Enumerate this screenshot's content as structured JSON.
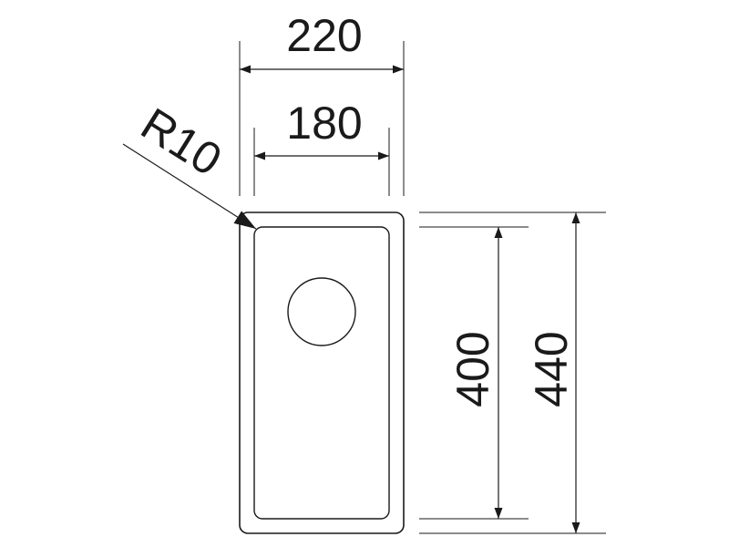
{
  "diagram": {
    "labels": {
      "outer_width": "220",
      "inner_width": "180",
      "corner_radius": "R10",
      "inner_height": "400",
      "outer_height": "440"
    },
    "colors": {
      "stroke": "#1a1a1a",
      "background": "#ffffff"
    }
  }
}
